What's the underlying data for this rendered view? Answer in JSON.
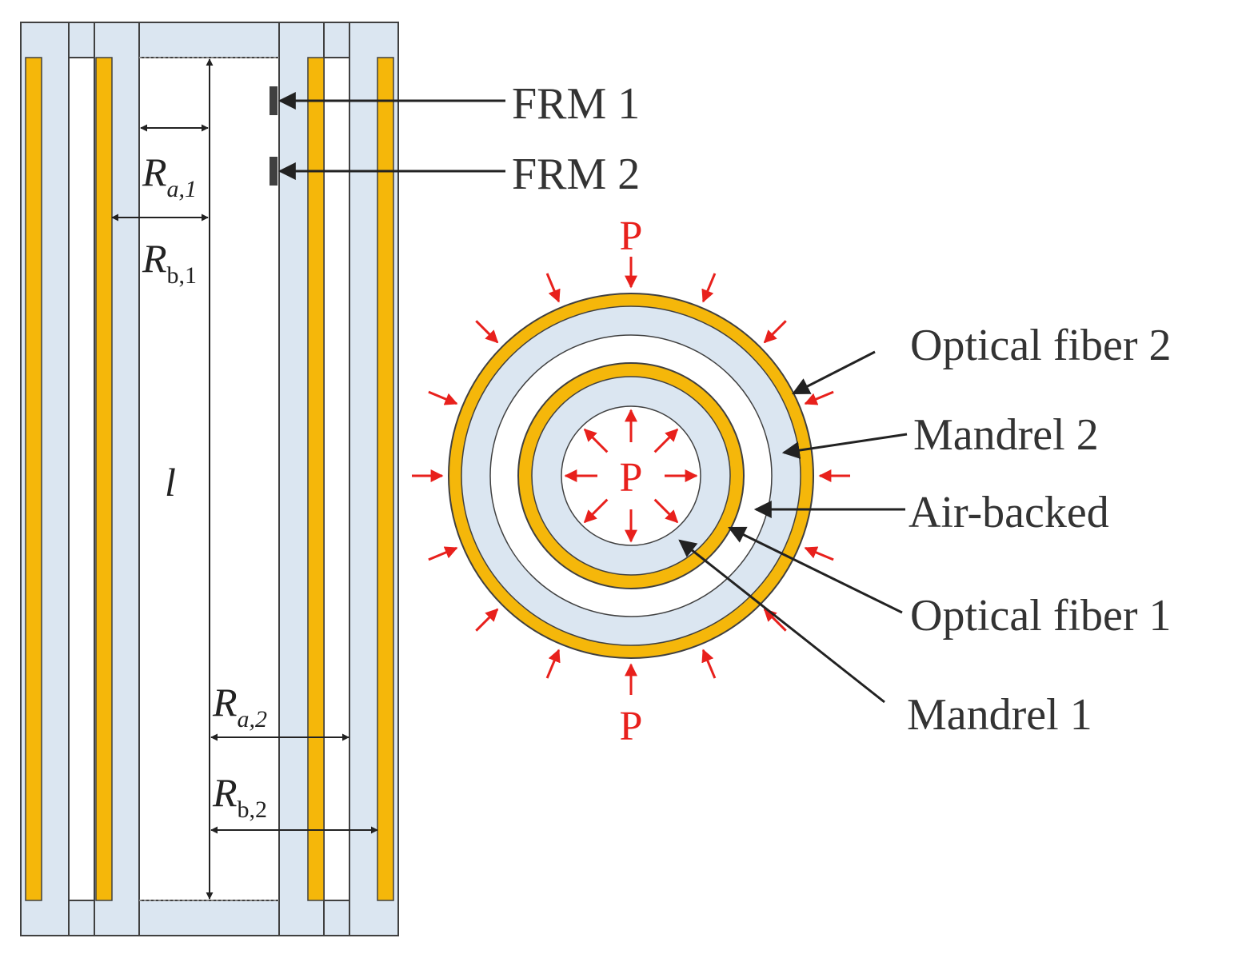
{
  "colors": {
    "mandrel": "#dbe6f1",
    "fiber": "#f5b70a",
    "outline": "#404040",
    "pressure": "#e8201c",
    "text": "#333333",
    "background": "#ffffff"
  },
  "labels": {
    "frm1": "FRM 1",
    "frm2": "FRM 2",
    "optical_fiber_2": "Optical fiber 2",
    "mandrel_2": "Mandrel 2",
    "air_backed": "Air-backed",
    "optical_fiber_1": "Optical fiber 1",
    "mandrel_1": "Mandrel 1"
  },
  "dimensions": {
    "ra1": {
      "main": "R",
      "sub": "a,1"
    },
    "rb1": {
      "main": "R",
      "sub": "b,1"
    },
    "ra2": {
      "main": "R",
      "sub": "a,2"
    },
    "rb2": {
      "main": "R",
      "sub": "b,2"
    },
    "length": "l"
  },
  "pressure": {
    "top": "P",
    "bottom": "P",
    "center": "P"
  },
  "icons": {
    "pressure_arrow": "pressure-arrow-icon",
    "leader_arrow": "leader-arrow-icon"
  }
}
